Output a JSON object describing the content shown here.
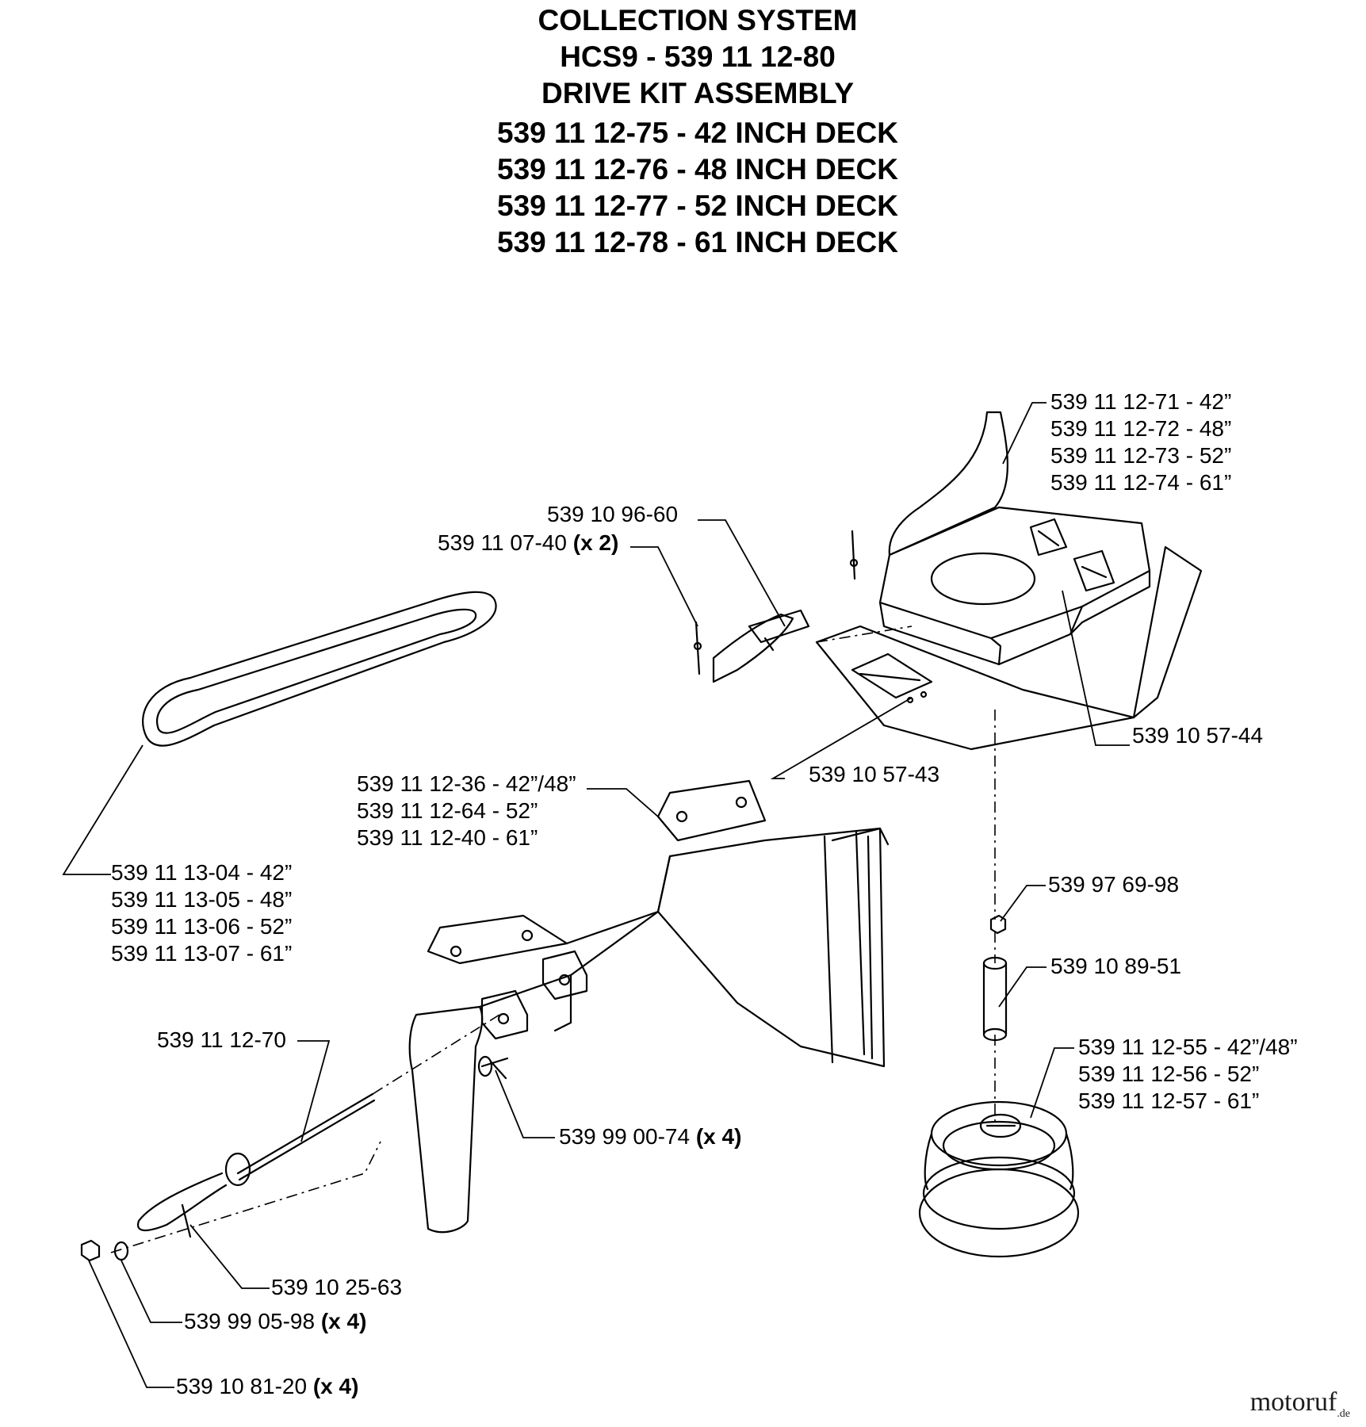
{
  "header": {
    "line1": "COLLECTION SYSTEM",
    "line2": "HCS9 - 539 11 12-80",
    "line3": "DRIVE KIT ASSEMBLY",
    "line4": "539 11 12-75 - 42 INCH DECK",
    "line5": "539 11 12-76 - 48 INCH DECK",
    "line6": "539 11 12-77 - 52 INCH DECK",
    "line7": "539 11 12-78 - 61 INCH DECK"
  },
  "callouts": {
    "top_right_1": "539 11 12-71 - 42”",
    "top_right_2": "539 11 12-72 - 48”",
    "top_right_3": "539 11 12-73 - 52”",
    "top_right_4": "539 11 12-74 - 61”",
    "latch": "539 10 96-60",
    "pin": "539 11 07-40",
    "pin_qty": "(x 2)",
    "decal_2": "539 10 57-44",
    "decal_1": "539 10 57-43",
    "bracket_1": "539 11 12-36 - 42”/48”",
    "bracket_2": "539 11 12-64 - 52”",
    "bracket_3": "539 11 12-40 - 61”",
    "belt_1": "539 11 13-04 - 42”",
    "belt_2": "539 11 13-05 - 48”",
    "belt_3": "539 11 13-06 - 52”",
    "belt_4": "539 11 13-07 - 61”",
    "nut_top": "539 97 69-98",
    "spacer": "539 10 89-51",
    "pulley_1": "539 11 12-55 - 42”/48”",
    "pulley_2": "539 11 12-56 - 52”",
    "pulley_3": "539 11 12-57 - 61”",
    "rod": "539 11 12-70",
    "bolt": "539 99 00-74",
    "bolt_qty": "(x 4)",
    "lanyard": "539 10 25-63",
    "washer": "539 99 05-98",
    "washer_qty": "(x 4)",
    "nut": "539 10 81-20",
    "nut_qty": "(x 4)"
  },
  "watermark": {
    "name": "motoruf",
    "suffix": ".de"
  }
}
